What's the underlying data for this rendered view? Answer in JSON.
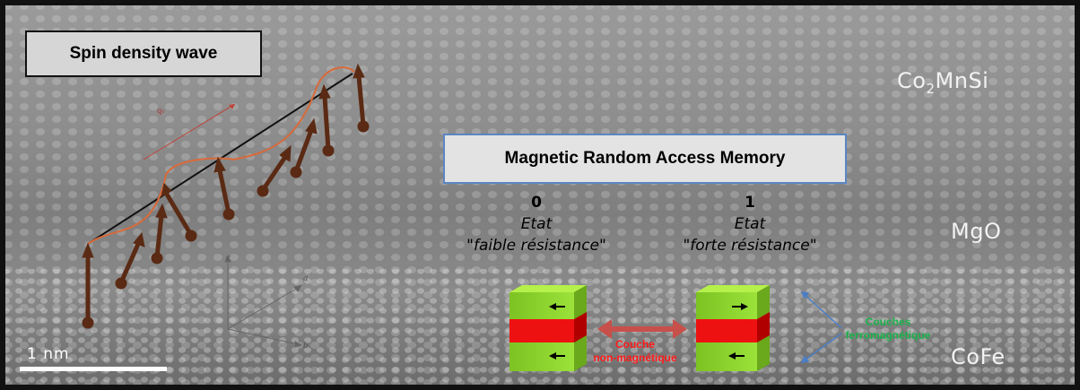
{
  "spin_wave": {
    "title": "Spin density wave",
    "q_label": "q₀"
  },
  "axes": {
    "a": "a",
    "b": "b",
    "c": "c"
  },
  "mram": {
    "title": "Magnetic Random Access Memory",
    "state0": {
      "value": "0",
      "line1": "Etat",
      "line2": "\"faible résistance\""
    },
    "state1": {
      "value": "1",
      "line1": "Etat",
      "line2": "\"forte résistance\""
    },
    "nonmagnetic_label": [
      "Couche",
      "non-magnétique"
    ],
    "ferro_label": [
      "Couches",
      "ferromagnétique"
    ]
  },
  "materials": {
    "top_main": "Co",
    "top_sub": "2",
    "top_rest": "MnSi",
    "middle": "MgO",
    "bottom": "CoFe"
  },
  "scale_bar": {
    "label": "1 nm"
  },
  "colors": {
    "frame": "#111111",
    "stem_gray": "#8a8a8a",
    "arrow_brown": "#5a2a14",
    "ferro_green": "#8cd42a",
    "nonmag_red": "#ee1111",
    "double_arrow": "#c8504a",
    "ferro_text": "#19b24a",
    "nonmag_text": "#ff1a1a"
  }
}
